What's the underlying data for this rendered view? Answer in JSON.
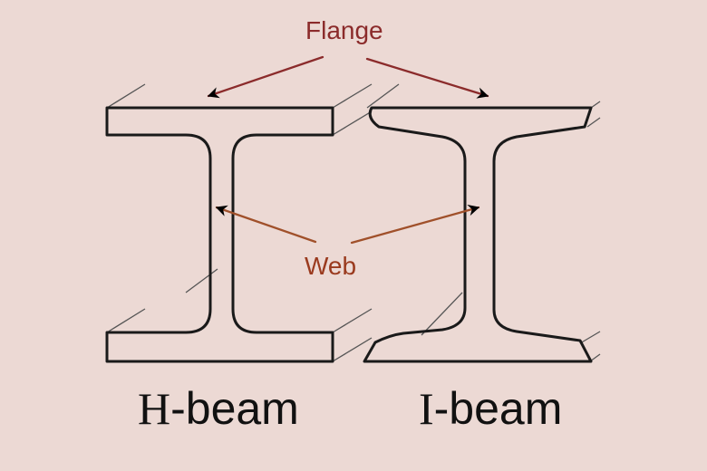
{
  "labels": {
    "flange": "Flange",
    "web": "Web"
  },
  "beams": {
    "h": {
      "letter": "H",
      "rest": "-beam"
    },
    "i": {
      "letter": "I",
      "rest": "-beam"
    }
  },
  "colors": {
    "background": "#ecd9d4",
    "flange_label": "#8b2b2b",
    "web_label": "#9a3a1e",
    "flange_arrow": "#8b2b2b",
    "web_arrow": "#a0502a",
    "outline": "#1a1a1a",
    "depth_lines": "#555555"
  }
}
